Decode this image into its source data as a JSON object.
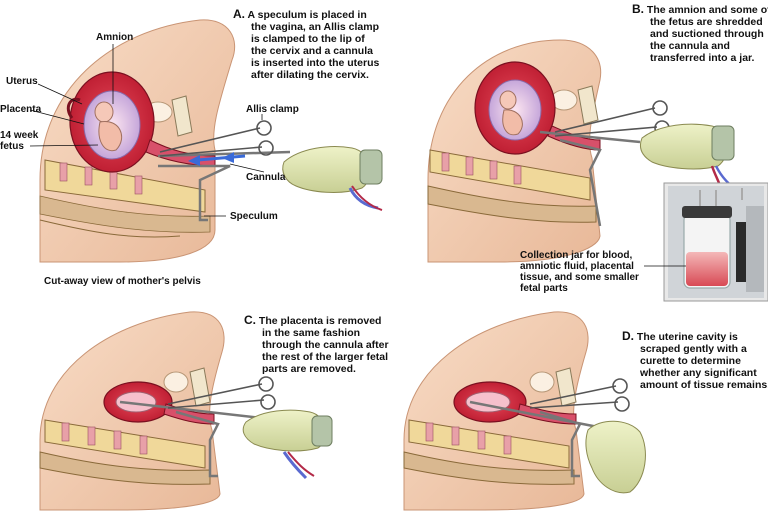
{
  "steps": [
    {
      "letter": "A.",
      "text": [
        "A speculum is placed in",
        "the vagina, an Allis clamp",
        "is clamped to the lip of",
        "the cervix and a cannula",
        "is inserted into the uterus",
        "after dilating the cervix."
      ]
    },
    {
      "letter": "B.",
      "text": [
        "The amnion and some of",
        "the fetus are shredded",
        "and suctioned through",
        "the cannula and",
        "transferred into a jar."
      ]
    },
    {
      "letter": "C.",
      "text": [
        "The placenta is removed",
        "in the same fashion",
        "through the cannula after",
        "the rest of the larger fetal",
        "parts are removed."
      ]
    },
    {
      "letter": "D.",
      "text": [
        "The uterine cavity is",
        "scraped gently with a",
        "curette to determine",
        "whether any significant",
        "amount of tissue remains."
      ]
    }
  ],
  "labels": {
    "amnion": "Amnion",
    "uterus": "Uterus",
    "placenta": "Placenta",
    "fetus": [
      "14 week",
      "fetus"
    ],
    "allis_clamp": "Allis clamp",
    "cannula": "Cannula",
    "speculum": "Speculum",
    "caption": "Cut-away view of mother's pelvis",
    "jar": [
      "Collection jar for blood,",
      "amniotic fluid, placental",
      "tissue, and some smaller",
      "fetal parts"
    ]
  }
}
